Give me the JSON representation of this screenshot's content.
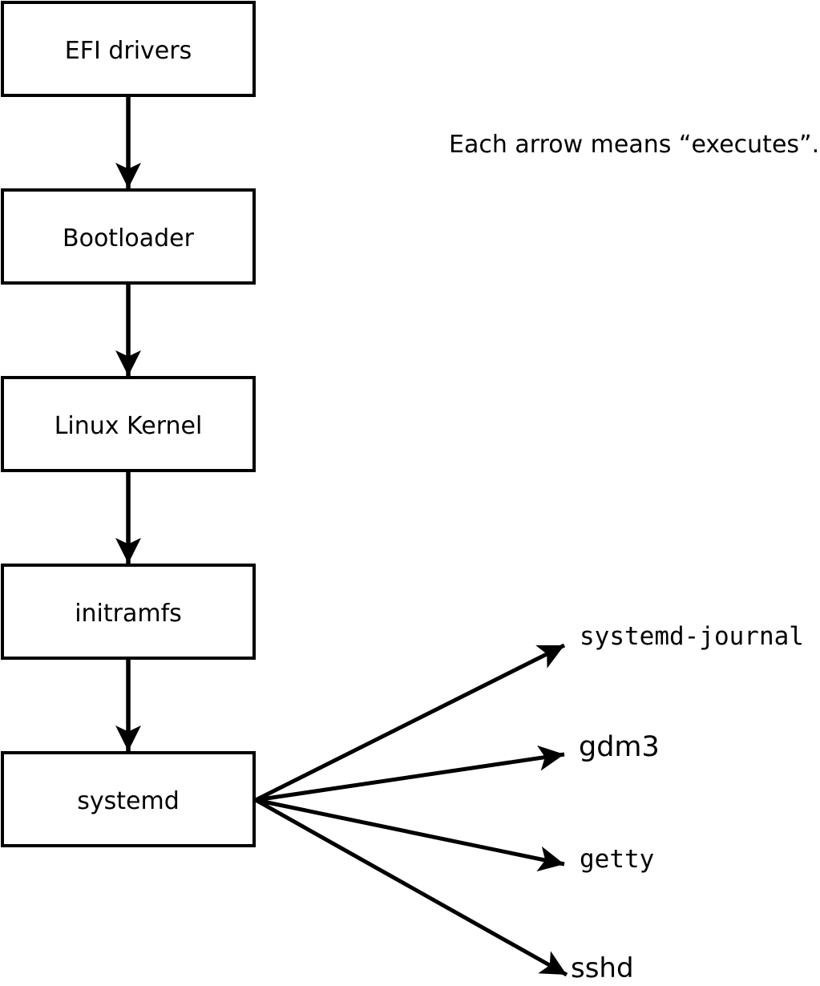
{
  "annotation": {
    "text": "Each arrow means “executes”."
  },
  "colors": {
    "background": "#ffffff",
    "line": "#000000",
    "text": "#000000",
    "node_fill": "#ffffff",
    "node_stroke": "#000000"
  },
  "diagram": {
    "edge_meaning": "executes",
    "chain": [
      {
        "label": "EFI drivers"
      },
      {
        "label": "Bootloader"
      },
      {
        "label": "Linux Kernel"
      },
      {
        "label": "initramfs"
      },
      {
        "label": "systemd"
      }
    ],
    "spawned": [
      {
        "label": "systemd-journal"
      },
      {
        "label": "gdm3"
      },
      {
        "label": "getty"
      },
      {
        "label": "sshd"
      }
    ],
    "edges": [
      {
        "from": "EFI drivers",
        "to": "Bootloader"
      },
      {
        "from": "Bootloader",
        "to": "Linux Kernel"
      },
      {
        "from": "Linux Kernel",
        "to": "initramfs"
      },
      {
        "from": "initramfs",
        "to": "systemd"
      },
      {
        "from": "systemd",
        "to": "systemd-journal"
      },
      {
        "from": "systemd",
        "to": "gdm3"
      },
      {
        "from": "systemd",
        "to": "getty"
      },
      {
        "from": "systemd",
        "to": "sshd"
      }
    ]
  }
}
